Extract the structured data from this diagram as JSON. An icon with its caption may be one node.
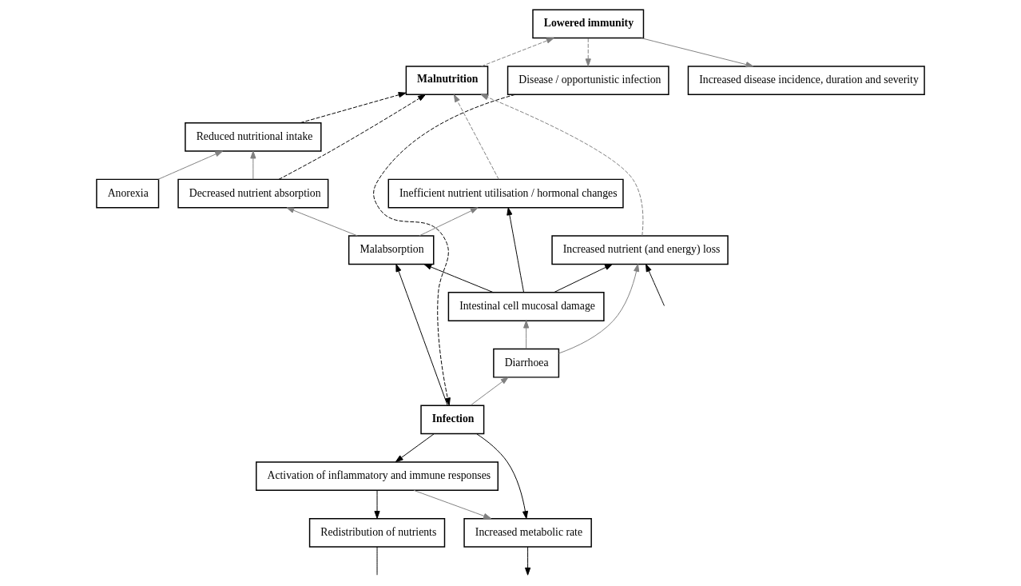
{
  "diagram": {
    "nodes": [
      {
        "text": [
          "Lowered immunity"
        ]
      },
      {
        "text": [
          "Disease / opportunistic infection"
        ]
      },
      {
        "text": [
          "Increased disease incidence, duration and severity"
        ]
      },
      {
        "text": [
          "Malnutrition"
        ]
      },
      {
        "text": [
          "Reduced nutritional intake"
        ]
      },
      {
        "text": [
          "Decreased nutrient absorption"
        ]
      },
      {
        "text": [
          "Inefficient nutrient utilisation / hormonal changes"
        ]
      },
      {
        "text": [
          "Increased nutrient (and energy) loss"
        ]
      },
      {
        "text": [
          "Anorexia"
        ]
      },
      {
        "text": [
          "Malabsorption"
        ]
      },
      {
        "text": [
          "Intestinal cell mucosal damage"
        ]
      },
      {
        "text": [
          "Diarrhoea"
        ]
      },
      {
        "text": [
          "Infection"
        ]
      },
      {
        "text": [
          "Redistribution of nutrients"
        ]
      },
      {
        "text": [
          "Activation of inflammatory and immune responses"
        ]
      },
      {
        "text": [
          "Increased metabolic rate"
        ]
      }
    ],
    "edges": [
      {
        "from": 0,
        "to": 1,
        "arrow": "to",
        "style": "dashed",
        "color": "#808080"
      },
      {
        "from": 0,
        "to": 2,
        "arrow": "to",
        "color": "#808080"
      },
      {
        "from": 3,
        "to": 0,
        "arrow": "to",
        "style": "dashed",
        "color": "#808080"
      },
      {
        "from": 4,
        "to": 3,
        "arrow": "to",
        "style": "dashed",
        "color": "#000000"
      },
      {
        "from": 5,
        "to": 3,
        "arrow": "to",
        "style": "dashed",
        "color": "#000000"
      },
      {
        "from": 6,
        "to": 3,
        "arrow": "to",
        "style": "dashed",
        "color": "#808080"
      },
      {
        "from": 7,
        "to": 3,
        "arrow": "to",
        "style": "dashed",
        "color": "#808080"
      },
      {
        "from": null,
        "to": 7,
        "arrow": "to",
        "color": "#000000"
      },
      {
        "from": 5,
        "to": 4,
        "arrow": "to",
        "color": "#808080"
      },
      {
        "from": 8,
        "to": 4,
        "arrow": "to",
        "color": "#808080"
      },
      {
        "from": 9,
        "to": 5,
        "arrow": "to",
        "color": "#808080"
      },
      {
        "from": 9,
        "to": 6,
        "arrow": "to",
        "color": "#808080"
      },
      {
        "from": 10,
        "to": 6,
        "arrow": "to",
        "color": "#000000"
      },
      {
        "from": 10,
        "to": 7,
        "arrow": "to",
        "color": "#000000"
      },
      {
        "from": 10,
        "to": 9,
        "arrow": "to",
        "color": "#000000"
      },
      {
        "from": 11,
        "to": 10,
        "arrow": "to",
        "color": "#808080"
      },
      {
        "from": 11,
        "to": 7,
        "arrow": "to",
        "color": "#808080"
      },
      {
        "from": 12,
        "to": 9,
        "arrow": "to",
        "color": "#000000"
      },
      {
        "from": 12,
        "to": 11,
        "arrow": "to",
        "color": "#808080"
      },
      {
        "from": 1,
        "to": 12,
        "arrow": "to",
        "style": "dashed",
        "color": "#000000"
      },
      {
        "from": 12,
        "to": 14,
        "arrow": "to",
        "color": "#000000"
      },
      {
        "from": 12,
        "to": 15,
        "arrow": "to",
        "color": "#000000"
      },
      {
        "from": 14,
        "to": 13,
        "arrow": "to",
        "color": "#000000"
      },
      {
        "from": 14,
        "to": 15,
        "arrow": "to",
        "color": "#808080"
      },
      {
        "from": 15,
        "to": null,
        "arrow": "to",
        "color": "#000000"
      },
      {
        "from": 13,
        "to": null,
        "arrow": "none",
        "color": "#000000"
      }
    ]
  }
}
